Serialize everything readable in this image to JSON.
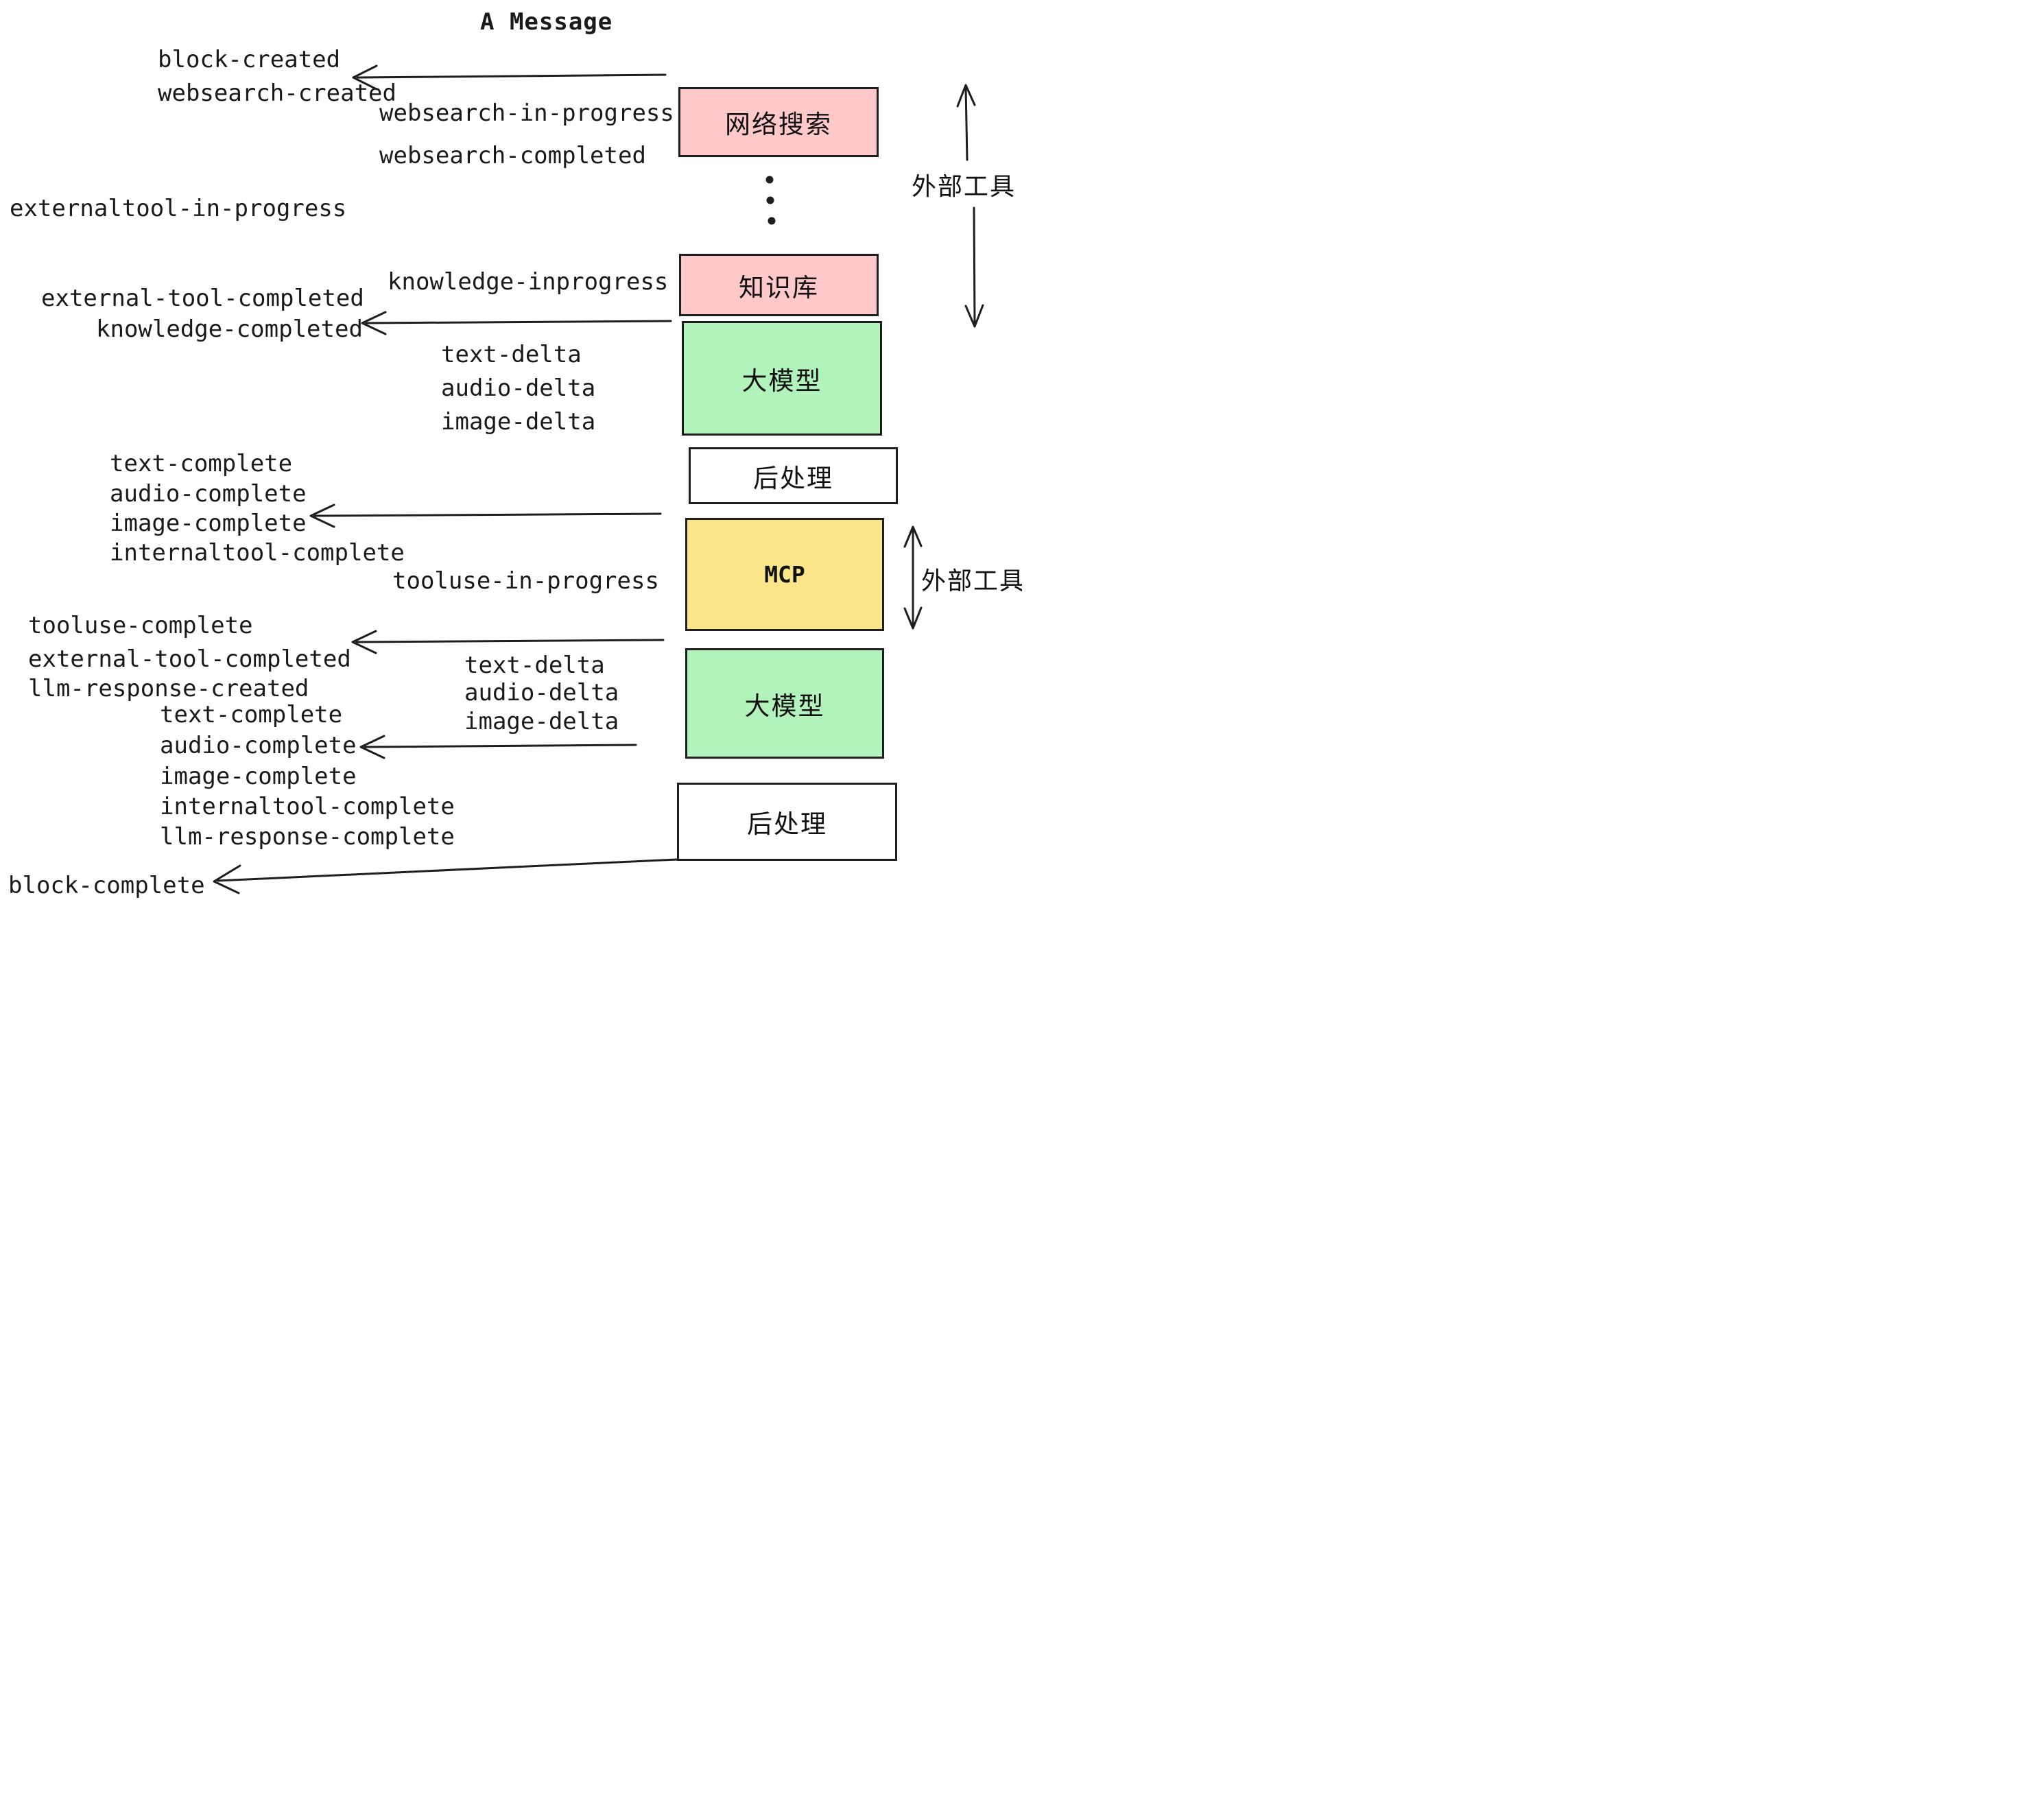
{
  "title": "A Message",
  "colors": {
    "pink": "#FFC9C9",
    "green": "#B2F2BB",
    "yellow": "#FAE588",
    "white": "#FFFFFF",
    "stroke": "#1E1E1E",
    "text": "#1A1A1A"
  },
  "boxes": [
    {
      "label": "网络搜索",
      "fill": "pink"
    },
    {
      "label": "知识库",
      "fill": "pink"
    },
    {
      "label": "大模型",
      "fill": "green"
    },
    {
      "label": "后处理",
      "fill": "white"
    },
    {
      "label": "MCP",
      "fill": "yellow"
    },
    {
      "label": "大模型",
      "fill": "green"
    },
    {
      "label": "后处理",
      "fill": "white"
    }
  ],
  "side_labels": [
    {
      "label": "外部工具"
    },
    {
      "label": "外部工具"
    }
  ],
  "events": [
    {
      "label": "block-created"
    },
    {
      "label": "websearch-created"
    },
    {
      "label": "websearch-in-progress"
    },
    {
      "label": "websearch-completed"
    },
    {
      "label": "externaltool-in-progress"
    },
    {
      "label": "knowledge-inprogress"
    },
    {
      "label": "external-tool-completed"
    },
    {
      "label": "knowledge-completed"
    },
    {
      "label": "text-delta"
    },
    {
      "label": "audio-delta"
    },
    {
      "label": "image-delta"
    },
    {
      "label": "text-complete"
    },
    {
      "label": "audio-complete"
    },
    {
      "label": "image-complete"
    },
    {
      "label": "internaltool-complete"
    },
    {
      "label": "tooluse-in-progress"
    },
    {
      "label": "tooluse-complete"
    },
    {
      "label": "external-tool-completed"
    },
    {
      "label": "llm-response-created"
    },
    {
      "label": "text-delta"
    },
    {
      "label": "audio-delta"
    },
    {
      "label": "image-delta"
    },
    {
      "label": "text-complete"
    },
    {
      "label": "audio-complete"
    },
    {
      "label": "image-complete"
    },
    {
      "label": "internaltool-complete"
    },
    {
      "label": "llm-response-complete"
    },
    {
      "label": "block-complete"
    }
  ]
}
